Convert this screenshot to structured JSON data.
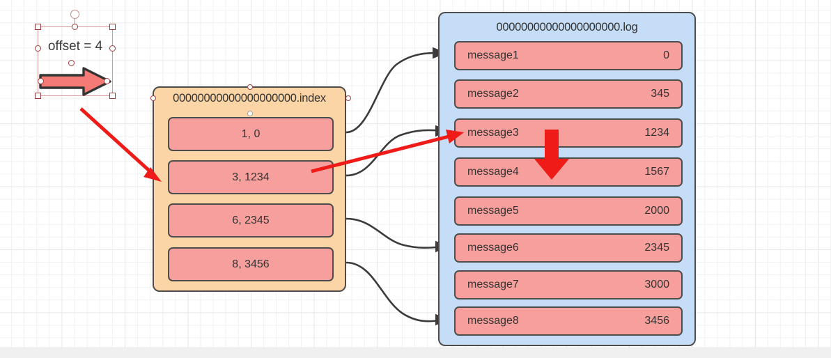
{
  "canvas": {
    "background_color": "#ffffff",
    "grid_color": "#f1f1f1",
    "grid_major_color": "#e8e8e8"
  },
  "selection": {
    "label": "offset = 4",
    "shape_name": "right-block-arrow",
    "shape_fill": "#f47b75",
    "shape_outline": "#333333",
    "handle_color": "#9e3b3b",
    "frame_color": "#d79a9a"
  },
  "index_file": {
    "title": "00000000000000000000.index",
    "fill": "#fbd5a5",
    "border": "#4d4d4d",
    "entries": [
      {
        "text": "1, 0"
      },
      {
        "text": "3, 1234"
      },
      {
        "text": "6, 2345"
      },
      {
        "text": "8, 3456"
      }
    ]
  },
  "log_file": {
    "title": "00000000000000000000.log",
    "fill": "#c5ddf6",
    "border": "#4d4d4d",
    "entry_fill": "#f79f9c",
    "rows": [
      {
        "label": "message1",
        "offset": "0"
      },
      {
        "label": "message2",
        "offset": "345"
      },
      {
        "label": "message3",
        "offset": "1234"
      },
      {
        "label": "message4",
        "offset": "1567"
      },
      {
        "label": "message5",
        "offset": "2000"
      },
      {
        "label": "message6",
        "offset": "2345"
      },
      {
        "label": "message7",
        "offset": "3000"
      },
      {
        "label": "message8",
        "offset": "3456"
      }
    ]
  },
  "annotations": {
    "red_color": "#ee1b18",
    "connector_color": "#3b3b3b",
    "diagonal_arrow_target": "3, 1234",
    "long_arrow_target": "message3",
    "down_arrow_target": "message4"
  }
}
